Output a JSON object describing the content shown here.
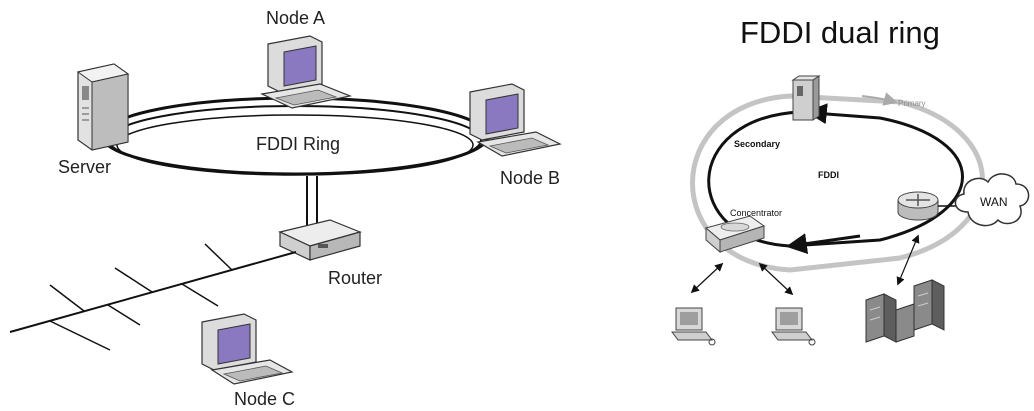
{
  "title": "FDDI dual ring",
  "left_diagram": {
    "ring_label": "FDDI Ring",
    "nodes": {
      "node_a": "Node A",
      "node_b": "Node B",
      "node_c": "Node C",
      "server": "Server",
      "router": "Router"
    }
  },
  "right_diagram": {
    "primary_label": "Primary",
    "secondary_label": "Secondary",
    "ring_label": "FDDI",
    "concentrator_label": "Concentrator",
    "wan_label": "WAN"
  },
  "colors": {
    "screen": "#8a78c0",
    "device": "#d8d8d8",
    "outline": "#333333",
    "primary_ring": "#bdbdbd"
  }
}
